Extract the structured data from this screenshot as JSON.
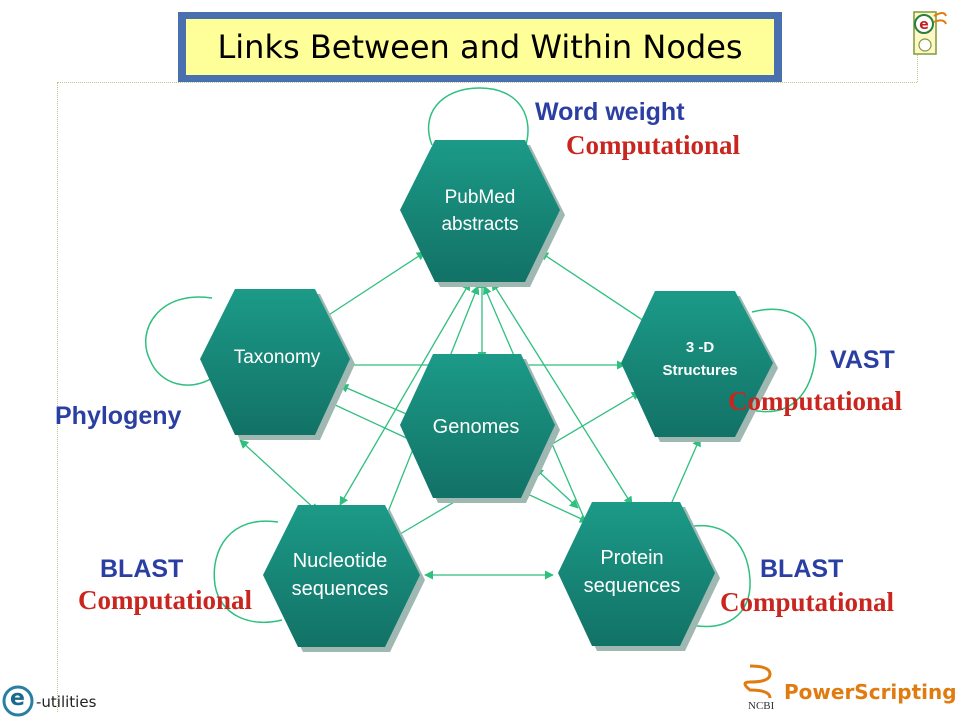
{
  "title": "Links Between and Within Nodes",
  "nodes": {
    "pubmed": {
      "line1": "PubMed",
      "line2": "abstracts"
    },
    "taxonomy": {
      "line1": "Taxonomy"
    },
    "structures": {
      "line1": "3 -D",
      "line2": "Structures"
    },
    "genomes": {
      "line1": "Genomes"
    },
    "nucleotide": {
      "line1": "Nucleotide",
      "line2": "sequences"
    },
    "protein": {
      "line1": "Protein",
      "line2": "sequences"
    }
  },
  "labels": {
    "word_weight": "Word weight",
    "computational": "Computational",
    "vast": "VAST",
    "phylogeny": "Phylogeny",
    "blast": "BLAST"
  },
  "logos": {
    "powerscripting": "PowerScripting",
    "ncbi": "NCBI",
    "eutilities": "-utilities",
    "e_letter": "e"
  },
  "colors": {
    "hex_fill": "#1a8a7a",
    "hex_shadow": "#9fb8b2",
    "arrow": "#2fbf7f",
    "label_blue": "#2b3fa3",
    "label_red": "#c9261f",
    "title_border": "#4a6fae",
    "title_bg": "#ffff99"
  }
}
